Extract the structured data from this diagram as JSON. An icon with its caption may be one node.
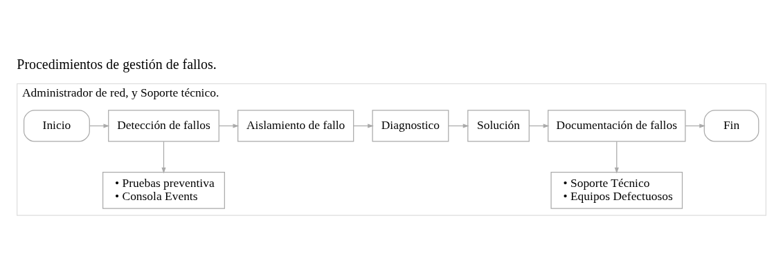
{
  "diagram": {
    "title": "Procedimientos de gestión de fallos.",
    "nodes": [
      {
        "text": [
          "Administrador de red, y Soporte técnico."
        ]
      },
      {
        "text": [
          "Inicio"
        ],
        "in": 0
      },
      {
        "text": [
          "Detección de fallos"
        ],
        "in": 0
      },
      {
        "text": [
          "Aislamiento de fallo"
        ],
        "in": 0
      },
      {
        "text": [
          "Diagnostico"
        ],
        "in": 0
      },
      {
        "text": [
          "Solución"
        ],
        "in": 0
      },
      {
        "text": [
          "Documentación de fallos"
        ],
        "in": 0
      },
      {
        "text": [
          "Fin"
        ],
        "in": 0
      },
      {
        "text": [
          "• Pruebas preventiva",
          "• Consola Events"
        ],
        "in": 0
      },
      {
        "text": [
          "• Soporte Técnico",
          "• Equipos Defectuosos"
        ],
        "in": 0
      }
    ],
    "edges": [
      {
        "from": 1,
        "to": 2,
        "arrow": "to"
      },
      {
        "from": 2,
        "to": 3,
        "arrow": "to"
      },
      {
        "from": 3,
        "to": 4,
        "arrow": "to"
      },
      {
        "from": 4,
        "to": 5,
        "arrow": "to"
      },
      {
        "from": 5,
        "to": 6,
        "arrow": "to"
      },
      {
        "from": 6,
        "to": 7,
        "arrow": "to"
      },
      {
        "from": 2,
        "to": 8,
        "arrow": "to"
      },
      {
        "from": 6,
        "to": 9,
        "arrow": "to"
      }
    ]
  }
}
